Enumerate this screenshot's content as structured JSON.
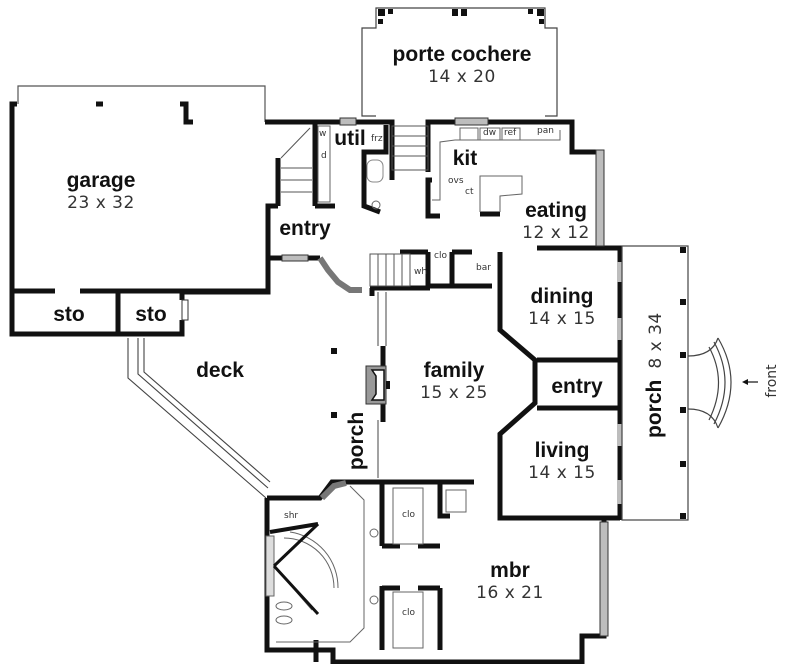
{
  "plan": {
    "type": "house floor plan",
    "background": "#ffffff",
    "wall_color": "#111111",
    "window_color": "#bdbdbd"
  },
  "rooms": {
    "porte_cochere": {
      "name": "porte cochere",
      "dim": "14 x 20"
    },
    "garage": {
      "name": "garage",
      "dim": "23 x 32"
    },
    "sto_1": {
      "name": "sto"
    },
    "sto_2": {
      "name": "sto"
    },
    "util": {
      "name": "util"
    },
    "kit": {
      "name": "kit"
    },
    "eating": {
      "name": "eating",
      "dim": "12 x 12"
    },
    "entry_side": {
      "name": "entry"
    },
    "dining": {
      "name": "dining",
      "dim": "14 x 15"
    },
    "entry_front": {
      "name": "entry"
    },
    "family": {
      "name": "family",
      "dim": "15 x 25"
    },
    "living": {
      "name": "living",
      "dim": "14 x 15"
    },
    "front_porch": {
      "name": "porch",
      "dim": "8 x 34"
    },
    "deck": {
      "name": "deck"
    },
    "side_porch": {
      "name": "porch"
    },
    "mbr": {
      "name": "mbr",
      "dim": "16 x 21"
    }
  },
  "fixtures": {
    "w": "w",
    "d": "d",
    "frz": "frz",
    "dw": "dw",
    "ref": "ref",
    "pan": "pan",
    "ovs": "ovs",
    "ct": "ct",
    "clo_hall": "clo",
    "wh": "wh",
    "bar": "bar",
    "clo_mbr_1": "clo",
    "clo_mbr_2": "clo",
    "shr": "shr"
  },
  "annotations": {
    "front": "front"
  }
}
